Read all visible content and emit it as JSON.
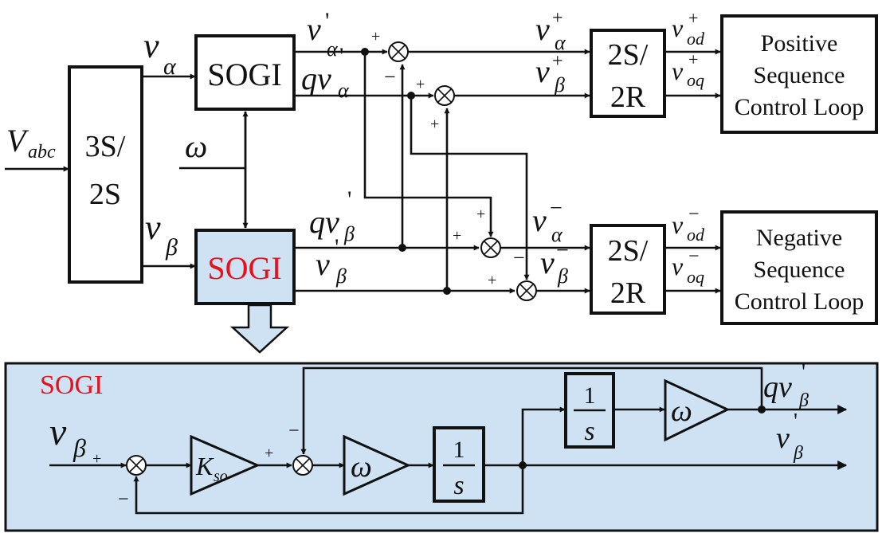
{
  "blocks": {
    "abc_to_ab": {
      "line1": "3S/",
      "line2": "2S"
    },
    "sogi_alpha": {
      "label": "SOGI"
    },
    "sogi_beta": {
      "label": "SOGI"
    },
    "pos_transform": {
      "line1": "2S/",
      "line2": "2R"
    },
    "neg_transform": {
      "line1": "2S/",
      "line2": "2R"
    },
    "pos_loop": {
      "line1": "Positive",
      "line2": "Sequence",
      "line3": "Control Loop"
    },
    "neg_loop": {
      "line1": "Negative",
      "line2": "Sequence",
      "line3": "Control Loop"
    }
  },
  "signals": {
    "v_abc": {
      "base": "V",
      "sub": "abc"
    },
    "v_alpha": {
      "base": "v",
      "sub": "α"
    },
    "v_beta": {
      "base": "v",
      "sub": "β"
    },
    "omega": "ω",
    "v_alpha_p": {
      "base": "v",
      "sub": "α",
      "sup": "'"
    },
    "qv_alpha_p": {
      "base": "qv",
      "sub": "α",
      "sup": "'"
    },
    "qv_beta_p": {
      "base": "qv",
      "sub": "β",
      "sup": "'"
    },
    "v_beta_p": {
      "base": "v",
      "sub": "β",
      "sup": "'"
    },
    "v_alpha_plus": {
      "base": "v",
      "sub": "α",
      "sup": "+"
    },
    "v_beta_plus": {
      "base": "v",
      "sub": "β",
      "sup": "+"
    },
    "v_alpha_minus": {
      "base": "v",
      "sub": "α",
      "sup": "−"
    },
    "v_beta_minus": {
      "base": "v",
      "sub": "β",
      "sup": "−"
    },
    "v_od_plus": {
      "base": "v",
      "sub": "od",
      "sup": "+"
    },
    "v_oq_plus": {
      "base": "v",
      "sub": "oq",
      "sup": "+"
    },
    "v_od_minus": {
      "base": "v",
      "sub": "od",
      "sup": "−"
    },
    "v_oq_minus": {
      "base": "v",
      "sub": "oq",
      "sup": "−"
    }
  },
  "signs": {
    "plus": "+",
    "minus": "−"
  },
  "detail": {
    "title": "SOGI",
    "input": {
      "base": "v",
      "sub": "β",
      "sign": "+"
    },
    "gain": {
      "base": "K",
      "sub": "so"
    },
    "omega": "ω",
    "integrator": {
      "num": "1",
      "den": "s"
    },
    "out_qv": {
      "base": "qv",
      "sub": "β",
      "sup": "'"
    },
    "out_v": {
      "base": "v",
      "sub": "β",
      "sup": "'"
    }
  },
  "colors": {
    "accent_red": "#e8101a",
    "panel_blue": "#cfe2f3",
    "ink": "#111111"
  }
}
